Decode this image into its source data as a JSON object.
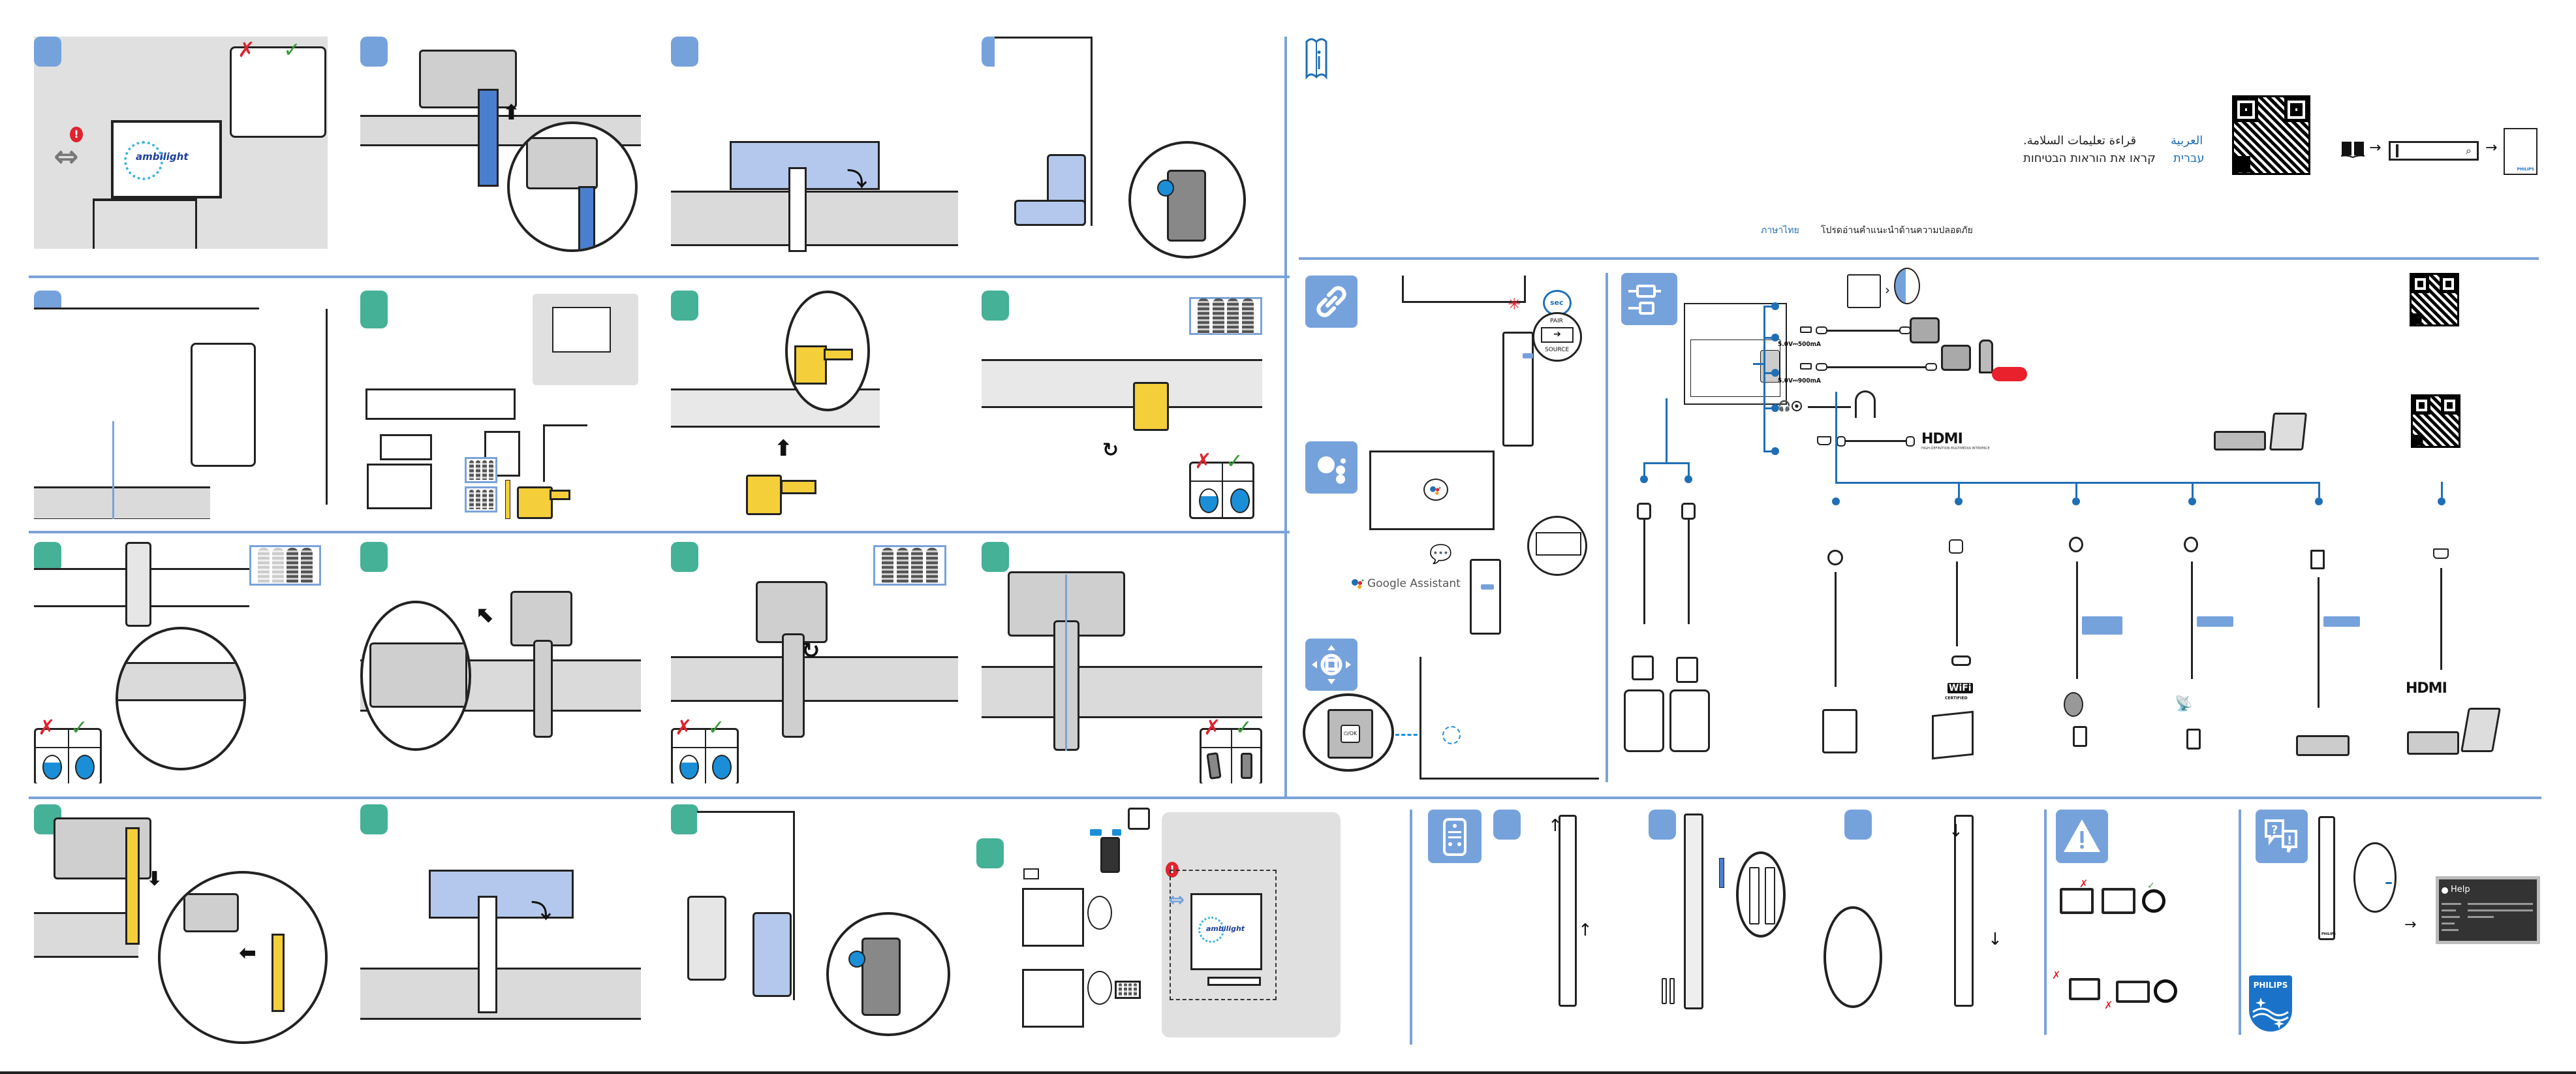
{
  "document": {
    "type": "TV quick start guide",
    "brand": "PHILIPS"
  },
  "colors": {
    "accent_blue": "#76a2dc",
    "step_green": "#45b196",
    "link_blue": "#1f6fb5",
    "bracket_yellow": "#f4cf3a",
    "warning_red": "#e0242f",
    "ok_green": "#3a9a3a"
  },
  "assembly": {
    "stand_steps": [
      {
        "badge": "blue",
        "content": "place-tv-near-wall",
        "logo": "ambilight",
        "alert": "!",
        "compare": [
          "wrong",
          "right"
        ]
      },
      {
        "badge": "blue",
        "content": "remove-cable-cover"
      },
      {
        "badge": "blue",
        "content": "remove-back-cover"
      },
      {
        "badge": "blue",
        "content": "remove-corner-cover"
      },
      {
        "badge": "blue",
        "content": "route-cable-stand"
      }
    ],
    "wall_steps": [
      {
        "badge": "green",
        "content": "wall-mount-parts"
      },
      {
        "badge": "green",
        "content": "attach-yellow-bracket"
      },
      {
        "badge": "green",
        "content": "screw-bracket",
        "compare": [
          "wrong",
          "right"
        ]
      },
      {
        "badge": "green",
        "content": "screw-stand-neck",
        "compare": [
          "wrong",
          "right"
        ]
      },
      {
        "badge": "green",
        "content": "hook-bracket"
      },
      {
        "badge": "green",
        "content": "tighten-screws",
        "compare": [
          "wrong",
          "right"
        ]
      },
      {
        "badge": "green",
        "content": "route-cable-wall",
        "compare": [
          "wrong",
          "right"
        ]
      },
      {
        "badge": "green",
        "content": "attach-yellow-cover"
      },
      {
        "badge": "green",
        "content": "attach-back-cover"
      },
      {
        "badge": "green",
        "content": "attach-corner-cover"
      },
      {
        "badge": "green",
        "content": "vesa-wall-mount",
        "logo": "ambilight",
        "alert": "!"
      }
    ]
  },
  "safety_header": {
    "icon": "info-book-icon",
    "languages": [
      {
        "name": "العربية",
        "text": "قراءة تعليمات السلامة."
      },
      {
        "name": "עברית",
        "text": "קראו את הוראות הבטיחות"
      },
      {
        "name": "ภาษาไทย",
        "text": "โปรดอ่านคำแนะนำด้านความปลอดภัย"
      }
    ],
    "search_flow": {
      "book_icon": "book-icon",
      "arrow": "→",
      "search_icon": "magnifier-icon",
      "manual_brand": "PHILIPS"
    }
  },
  "pairing": {
    "icon": "link-icon",
    "timer_label": "sec",
    "button_top": "PAIR",
    "button_bottom": "SOURCE"
  },
  "assistant": {
    "icon": "google-assistant-icon",
    "label": "Google Assistant"
  },
  "joystick": {
    "icon": "joystick-icon",
    "center_label": "⏻/OK"
  },
  "connections": {
    "icon": "cable-icon",
    "usb_ports": [
      {
        "spec": "5.0V⎓500mA"
      },
      {
        "spec": "5.0V⎓900mA"
      }
    ],
    "hdmi_logo": "HDMI",
    "hdmi_tagline": "HIGH-DEFINITION MULTIMEDIA INTERFACE",
    "wifi_badge": "WiFi",
    "wifi_certified": "CERTIFIED"
  },
  "remote_batteries": {
    "icon": "remote-icon",
    "steps": [
      {
        "badge": "blue"
      },
      {
        "badge": "blue"
      },
      {
        "badge": "blue"
      }
    ]
  },
  "warning": {
    "icon": "warning-icon"
  },
  "help": {
    "icon": "question-help-icon",
    "screen_title": "Help",
    "remote_brand": "PHILIPS"
  },
  "footer": {
    "brand_logo": "PHILIPS"
  }
}
